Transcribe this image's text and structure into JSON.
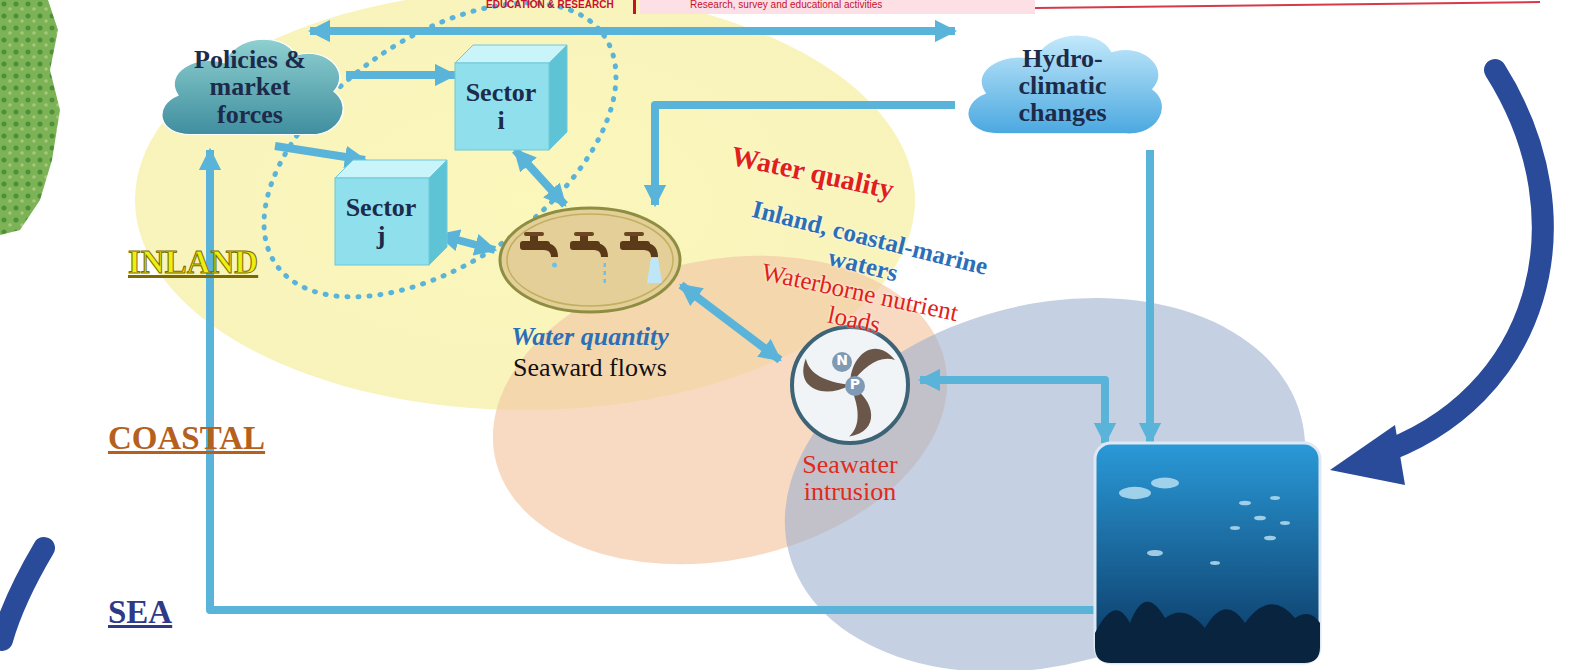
{
  "diagram": {
    "nodes": [
      {
        "text": [
          "Policies & market forces"
        ]
      },
      {
        "text": [
          "Sector i"
        ]
      },
      {
        "text": [
          "Sector j"
        ]
      },
      {
        "text": [
          "Hydro-climatic changes"
        ]
      },
      {
        "text": [
          "Water quantity",
          "Seaward flows"
        ]
      },
      {
        "text": [
          "N",
          "P",
          "Seawater intrusion"
        ]
      },
      {
        "text": []
      }
    ],
    "edges": [
      {
        "from": 0,
        "to": 1,
        "arrow": "to"
      },
      {
        "from": 0,
        "to": 2,
        "arrow": "to"
      },
      {
        "from": 0,
        "to": 3,
        "arrow": "both"
      },
      {
        "from": 3,
        "to": 4,
        "arrow": "to"
      },
      {
        "from": 3,
        "to": 6,
        "arrow": "to"
      },
      {
        "from": 1,
        "to": 4,
        "arrow": "both"
      },
      {
        "from": 2,
        "to": 4,
        "arrow": "both"
      },
      {
        "from": 4,
        "to": 5,
        "arrow": "both"
      },
      {
        "from": 5,
        "to": 6,
        "arrow": "both"
      },
      {
        "from": 6,
        "to": 0,
        "arrow": "to"
      }
    ],
    "labels": [
      "EDUCATION & RESEARCH",
      "Research, survey and educational activities",
      "INLAND",
      "COASTAL",
      "SEA",
      "Water quality",
      "Inland, coastal-marine waters",
      "Waterborne nutrient loads"
    ]
  }
}
